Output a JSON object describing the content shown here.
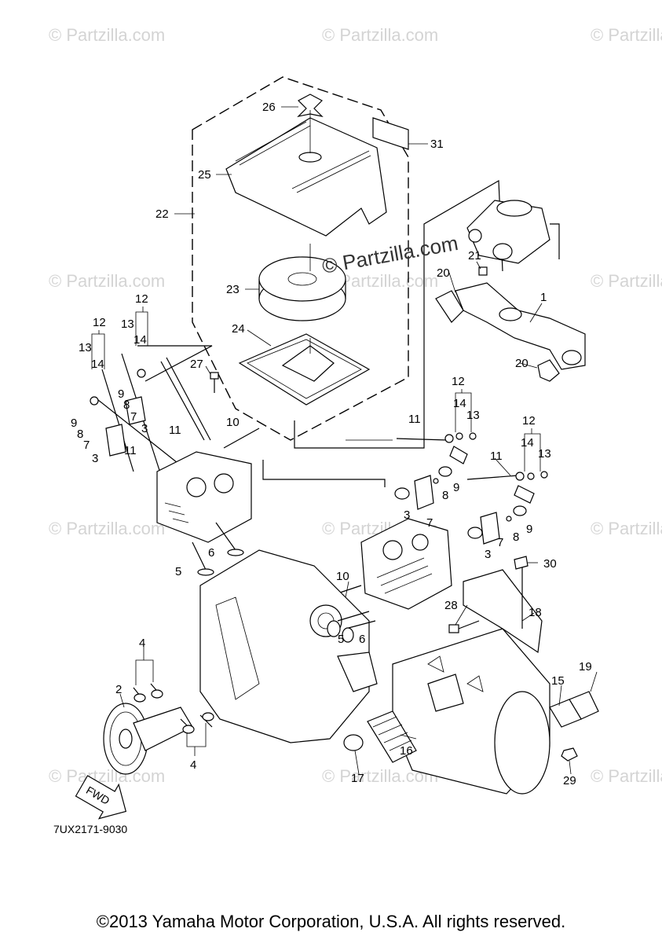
{
  "watermarks": [
    {
      "text": "© Partzilla.com"
    },
    {
      "text": "© Partzilla.com"
    },
    {
      "text": "© Partzilla.com"
    },
    {
      "text": "© Partzilla.com"
    },
    {
      "text": "© Partzilla.com"
    },
    {
      "text": "© Partzilla.com"
    },
    {
      "text": "© Partzilla.com"
    },
    {
      "text": "© Partzilla.com"
    },
    {
      "text": "© Partzilla.com"
    },
    {
      "text": "© Partzilla.com"
    },
    {
      "text": "© Partzilla.com"
    },
    {
      "text": "© Partzilla.com"
    }
  ],
  "center_watermark": "© Partzilla.com",
  "direction_badge": "FWD",
  "diagram_code": "7UX2171-9030",
  "copyright": "©2013 Yamaha Motor Corporation, U.S.A. All rights reserved.",
  "callouts": [
    "26",
    "31",
    "25",
    "22",
    "23",
    "24",
    "27",
    "21",
    "20",
    "1",
    "20",
    "12",
    "13",
    "14",
    "12",
    "13",
    "14",
    "9",
    "8",
    "7",
    "3",
    "11",
    "9",
    "8",
    "7",
    "3",
    "11",
    "10",
    "5",
    "6",
    "12",
    "14",
    "13",
    "11",
    "12",
    "14",
    "13",
    "11",
    "3",
    "7",
    "8",
    "9",
    "3",
    "7",
    "8",
    "9",
    "10",
    "5",
    "6",
    "30",
    "28",
    "18",
    "4",
    "2",
    "4",
    "19",
    "15",
    "16",
    "17",
    "29"
  ]
}
